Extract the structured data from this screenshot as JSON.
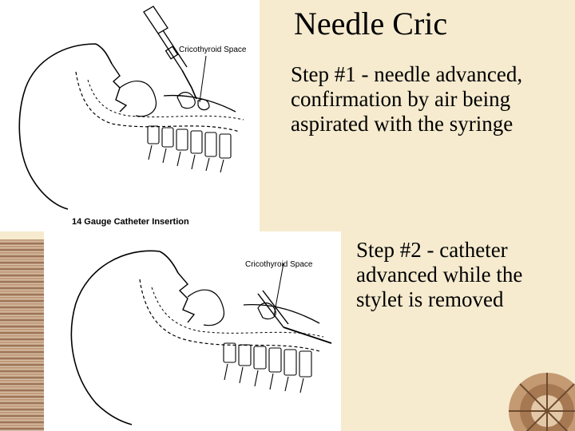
{
  "slide": {
    "title": "Needle Cric",
    "step1": "Step #1 - needle advanced, confirmation by air being aspirated with the syringe",
    "step2": "Step #2 - catheter advanced while the stylet is removed"
  },
  "figure_top": {
    "label_space": "Cricothyroid Space",
    "caption": "14 Gauge Catheter Insertion"
  },
  "figure_bottom": {
    "label_space": "Cricothyroid Space"
  },
  "colors": {
    "background": "#f6ebcf",
    "panel": "#ffffff",
    "ink": "#000000"
  }
}
